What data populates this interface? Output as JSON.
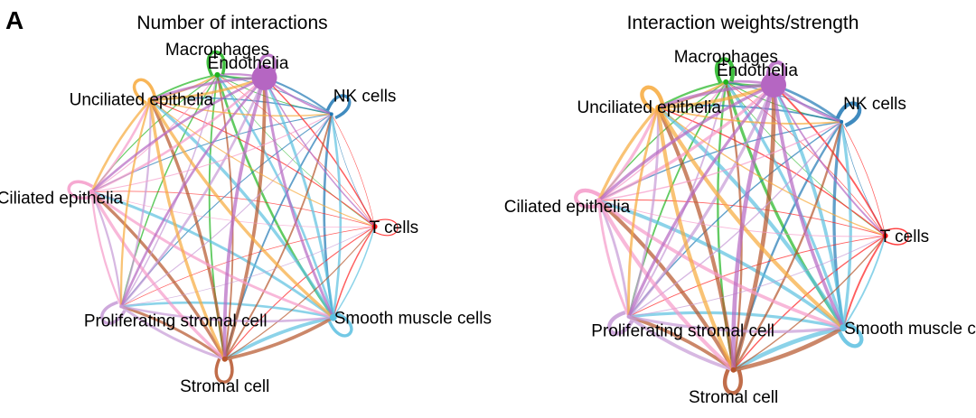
{
  "figure": {
    "panel_label": "A",
    "panels": [
      {
        "title": "Number of interactions",
        "node_sizes": [
          3,
          2,
          3,
          4,
          3,
          2,
          3,
          3,
          14
        ],
        "edge_width_scale": 1
      },
      {
        "title": "Interaction weights/strength",
        "node_sizes": [
          3,
          2,
          3,
          4,
          3,
          2,
          3,
          3,
          14
        ],
        "edge_width_scale": 1.25
      }
    ]
  },
  "nodes": [
    {
      "label": "Macrophages",
      "color": "#1fb51f"
    },
    {
      "label": "NK cells",
      "color": "#1f77b4"
    },
    {
      "label": "T cells",
      "color": "#ff1a1a"
    },
    {
      "label": "Smooth muscle cells",
      "color": "#5bc0e0"
    },
    {
      "label": "Stromal cell",
      "color": "#b5542a"
    },
    {
      "label": "Proliferating stromal cell",
      "color": "#c69ad6"
    },
    {
      "label": "Ciliated epithelia",
      "color": "#f59ac9"
    },
    {
      "label": "Unciliated epithelia",
      "color": "#f7a93b"
    },
    {
      "label": "Endothelia",
      "color": "#b566c2"
    }
  ]
}
